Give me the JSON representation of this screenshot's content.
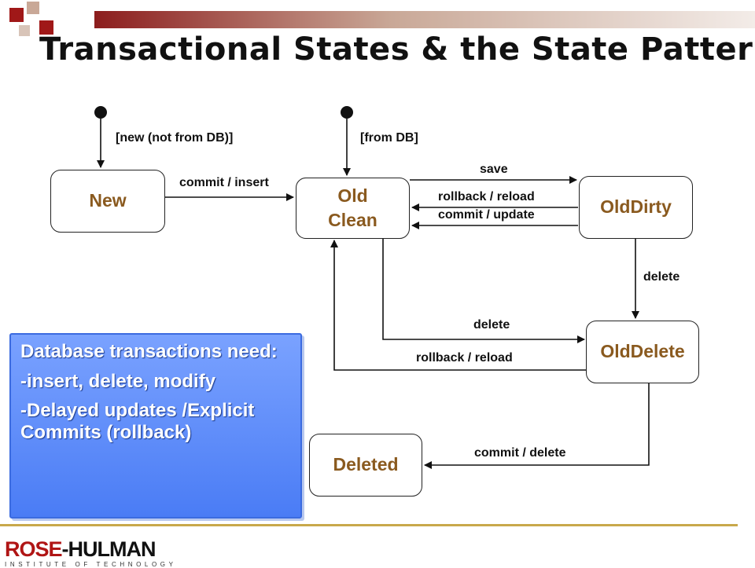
{
  "title": "Transactional States & the State Pattern",
  "states": {
    "new": "New",
    "old_clean": "Old\nClean",
    "old_dirty": "OldDirty",
    "old_delete": "OldDelete",
    "deleted": "Deleted"
  },
  "labels": {
    "guard_new": "[new (not from DB)]",
    "guard_db": "[from DB]",
    "commit_insert": "commit / insert",
    "save": "save",
    "rollback_reload_top": "rollback / reload",
    "commit_update": "commit / update",
    "delete_dirty": "delete",
    "delete_clean": "delete",
    "rollback_reload_bottom": "rollback / reload",
    "commit_delete": "commit / delete"
  },
  "callout": {
    "line1": "Database transactions need:",
    "line2": "-insert, delete, modify",
    "line3": "-Delayed updates /Explicit Commits (rollback)"
  },
  "logo": {
    "name_part1": "ROSE",
    "name_part2": "-HULMAN",
    "subtitle": "INSTITUTE OF TECHNOLOGY"
  },
  "colors": {
    "state_text": "#8a5a1f",
    "callout_fill": "#4a7cf5",
    "accent_red": "#b01515"
  }
}
